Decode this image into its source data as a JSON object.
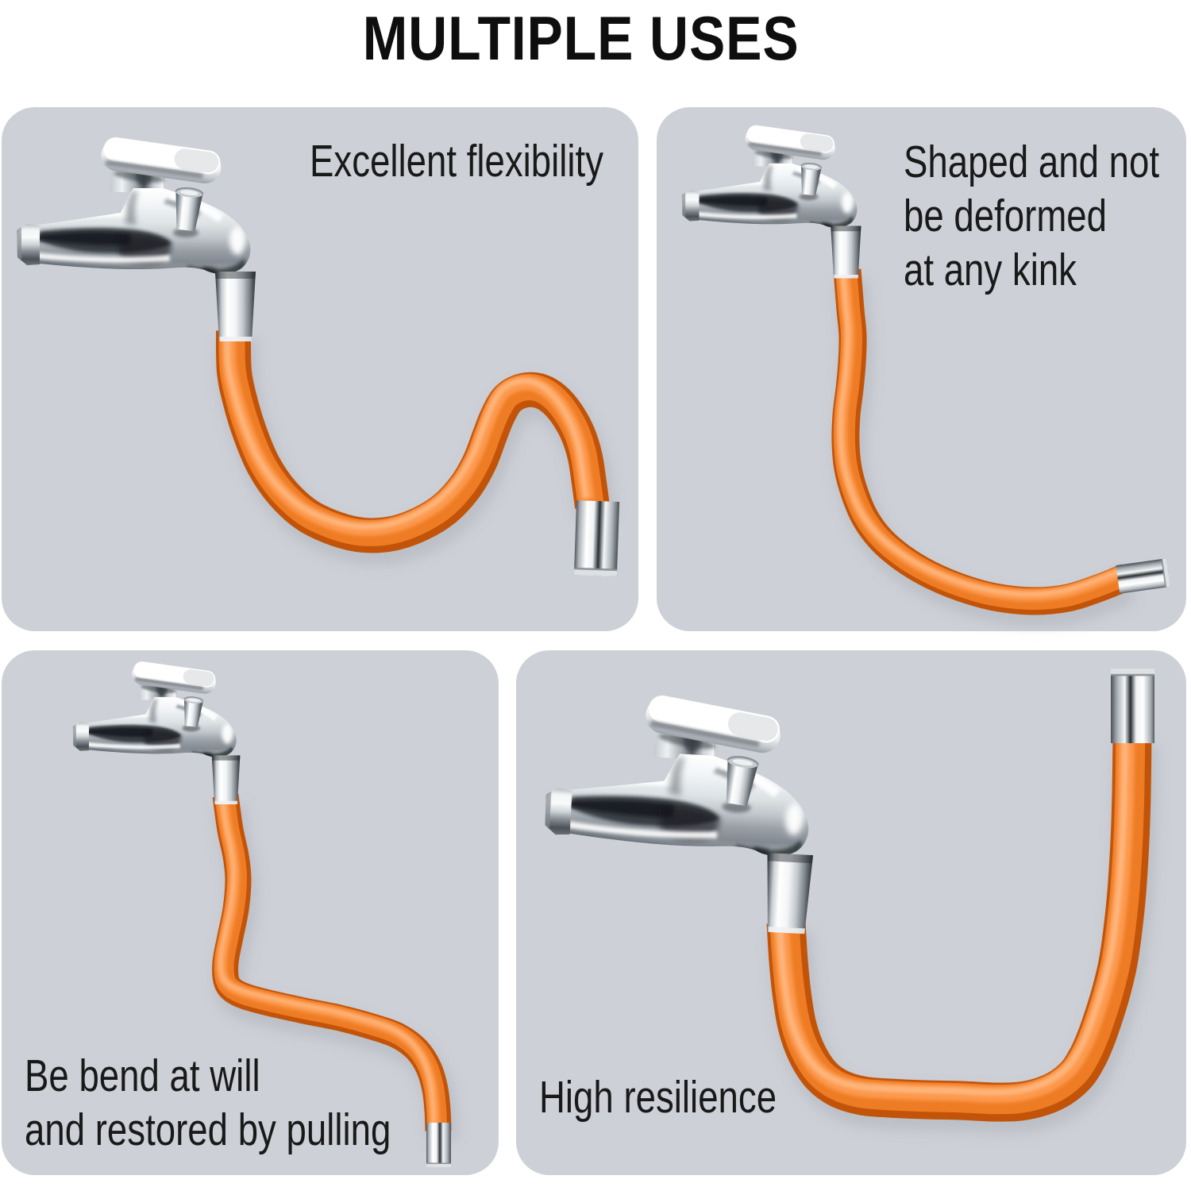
{
  "title": "MULTIPLE USES",
  "colors": {
    "panel_bg": "#cdd0d6",
    "hose_orange": "#ee7c24",
    "hose_shadow_edge": "#c2540a",
    "hose_highlight": "#ff9e55",
    "text": "#191919"
  },
  "panels": [
    {
      "id": "excellent-flexibility",
      "caption_lines": [
        "Excellent flexibility"
      ],
      "image_alt": "chrome-faucet-with-orange-flexible-hose-bent-in-s-wave"
    },
    {
      "id": "shaped-not-deformed",
      "caption_lines": [
        "Shaped and not",
        "be deformed",
        "at any kink"
      ],
      "image_alt": "chrome-faucet-with-orange-hose-curving-down-and-right"
    },
    {
      "id": "bend-at-will",
      "caption_lines": [
        "Be bend at will",
        "and restored by pulling"
      ],
      "image_alt": "chrome-faucet-with-orange-hose-in-gentle-s-down-to-tip"
    },
    {
      "id": "high-resilience",
      "caption_lines": [
        "High resilience"
      ],
      "image_alt": "chrome-faucet-with-orange-hose-in-u-shape-rising-to-tip"
    }
  ]
}
